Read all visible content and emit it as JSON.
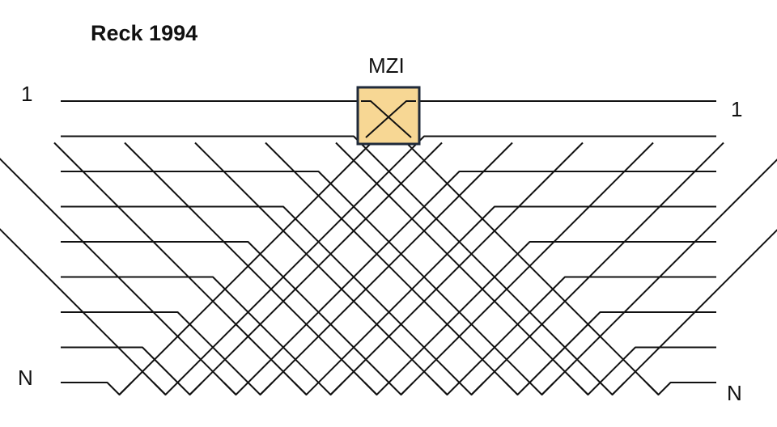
{
  "title": "Reck 1994",
  "mzi_label": "MZI",
  "inputs": {
    "first": "1",
    "last": "N"
  },
  "outputs": {
    "first": "1",
    "last": "N"
  },
  "colors": {
    "line": "#111111",
    "mzi_fill": "#f7d794",
    "mzi_border": "#1f2a3a",
    "background": "#ffffff"
  },
  "waveguide_count": 9
}
